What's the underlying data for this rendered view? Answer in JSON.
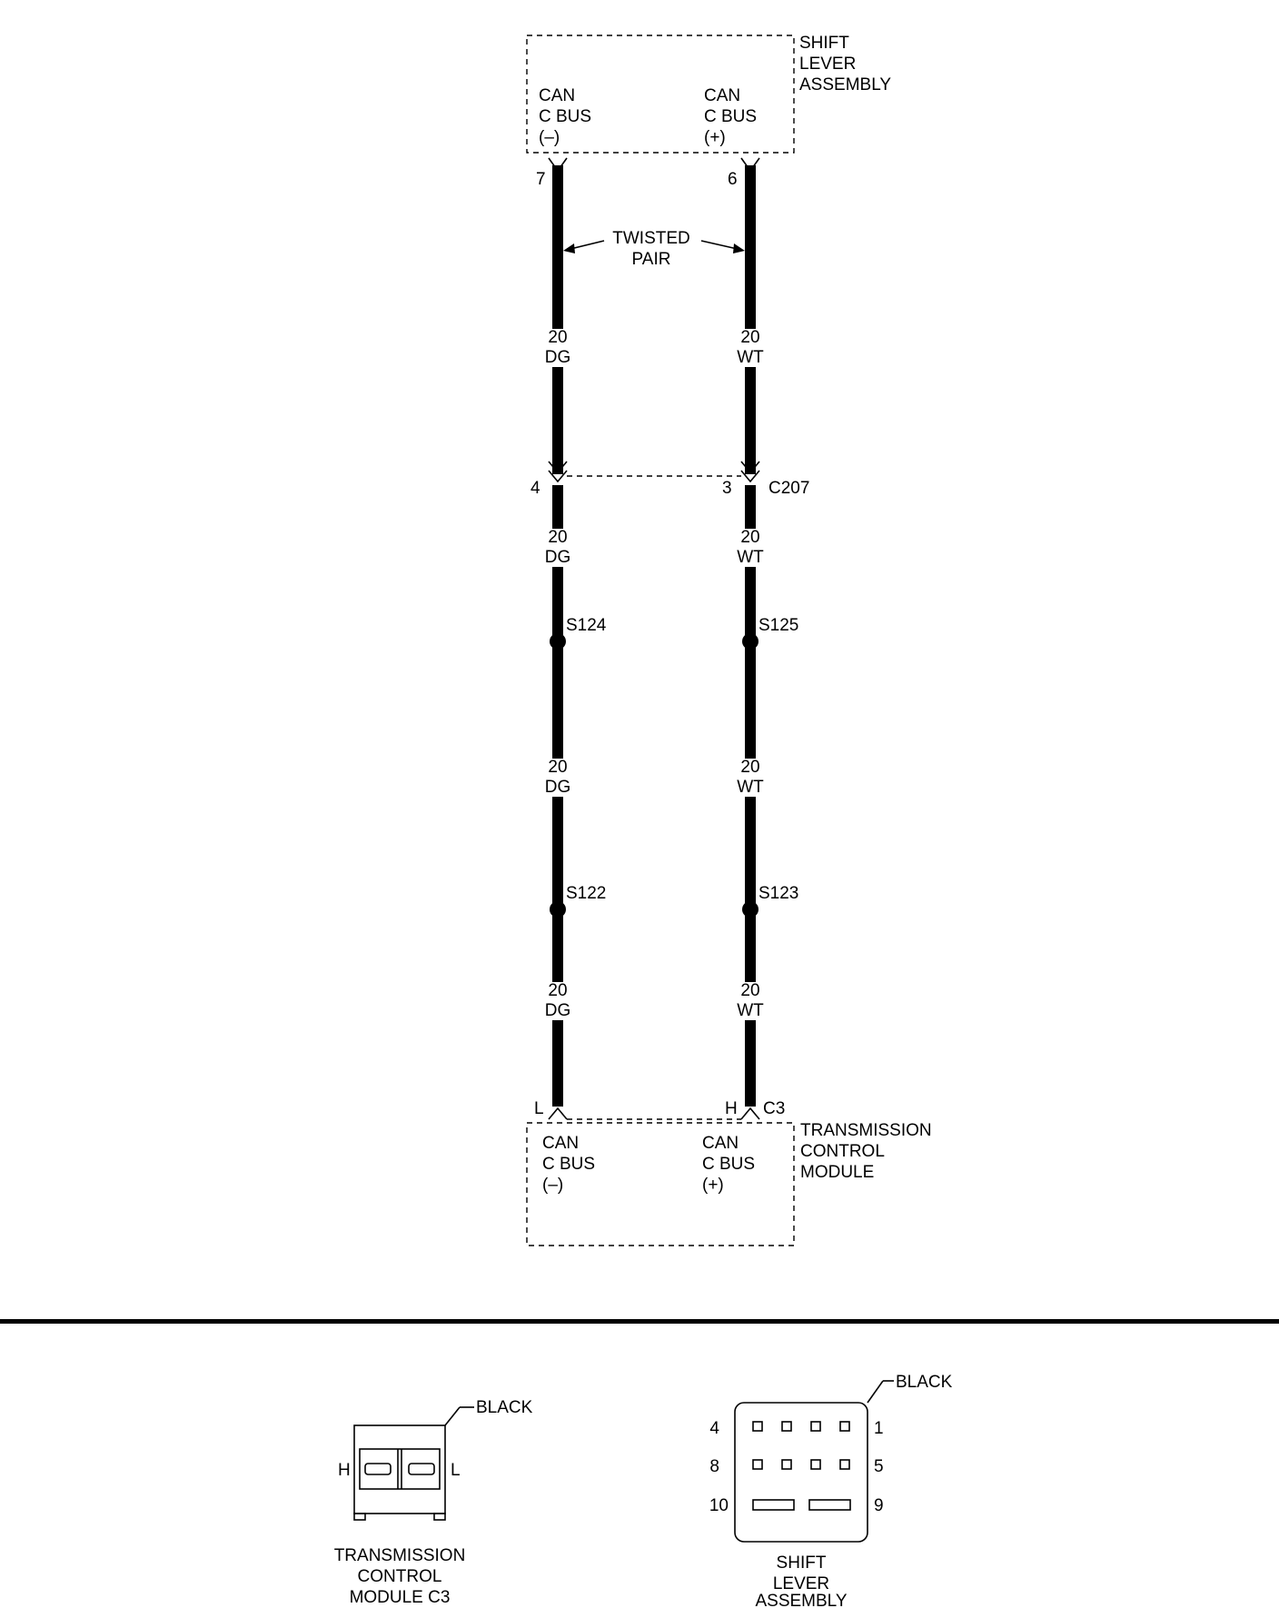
{
  "colors": {
    "ink": "#000000",
    "paper": "#ffffff"
  },
  "shift_lever": {
    "name_lines": [
      "SHIFT",
      "LEVER",
      "ASSEMBLY"
    ],
    "left_pin_lines": [
      "CAN",
      "C BUS",
      "(–)"
    ],
    "right_pin_lines": [
      "CAN",
      "C BUS",
      "(+)"
    ],
    "left_cavity": "7",
    "right_cavity": "6"
  },
  "twisted_pair": {
    "lines": [
      "TWISTED",
      "PAIR"
    ]
  },
  "wires": {
    "left": {
      "gauge": "20",
      "color": "DG"
    },
    "right": {
      "gauge": "20",
      "color": "WT"
    }
  },
  "c207": {
    "name": "C207",
    "left_cavity": "4",
    "right_cavity": "3"
  },
  "splices": {
    "s124": "S124",
    "s125": "S125",
    "s122": "S122",
    "s123": "S123"
  },
  "tcm": {
    "name_lines": [
      "TRANSMISSION",
      "CONTROL",
      "MODULE"
    ],
    "connector": "C3",
    "left_cavity": "L",
    "right_cavity": "H",
    "left_pin_lines": [
      "CAN",
      "C BUS",
      "(–)"
    ],
    "right_pin_lines": [
      "CAN",
      "C BUS",
      "(+)"
    ]
  },
  "views": {
    "tcm_c3": {
      "color_label": "BLACK",
      "left_pin": "H",
      "right_pin": "L",
      "caption_lines": [
        "TRANSMISSION",
        "CONTROL",
        "MODULE C3"
      ]
    },
    "shift_lever": {
      "color_label": "BLACK",
      "row_labels_left": [
        "4",
        "8",
        "10"
      ],
      "row_labels_right": [
        "1",
        "5",
        "9"
      ],
      "caption_lines": [
        "SHIFT",
        "LEVER",
        "ASSEMBLY"
      ]
    }
  }
}
